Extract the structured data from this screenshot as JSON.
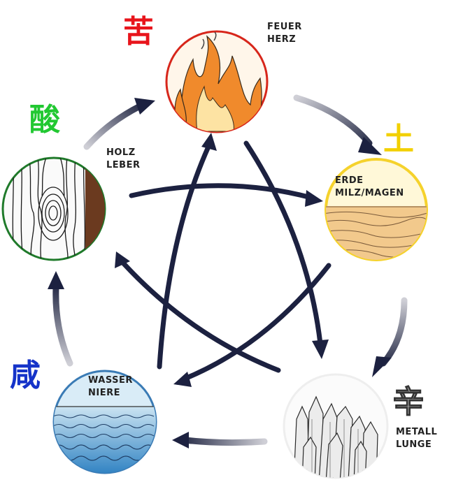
{
  "elements": {
    "fire": {
      "line1": "FEUER",
      "line2": "HERZ",
      "taste_char": "苦",
      "taste_color": "#e8141b",
      "ring_color": "#d7261b",
      "fill": "#fff6ea"
    },
    "earth": {
      "line1": "ERDE",
      "line2": "MILZ/MAGEN",
      "taste_char": "土",
      "taste_color": "#f2d000",
      "ring_color": "#f5d22c",
      "fill": "#fff8d8"
    },
    "metal": {
      "line1": "METALL",
      "line2": "LUNGE",
      "taste_char": "辛",
      "taste_color": "#ffffff",
      "ring_color": "#eeeeee",
      "fill": "#fbfbfb"
    },
    "water": {
      "line1": "WASSER",
      "line2": "NIERE",
      "taste_char": "咸",
      "taste_color": "#1533c9",
      "ring_color": "#3a7bb5",
      "fill": "#d9ecf7"
    },
    "wood": {
      "line1": "HOLZ",
      "line2": "LEBER",
      "taste_char": "酸",
      "taste_color": "#22c832",
      "ring_color": "#1f7a2a",
      "fill": "#fafafa"
    }
  },
  "colors": {
    "arrow": "#1c2140",
    "cycle_arrow_start": "#cfcfd6",
    "cycle_arrow_end": "#2a2f4a",
    "flame_outer": "#f08a2c",
    "flame_inner": "#fde3a3",
    "wood_bark": "#6b3a1f",
    "sand": "#f2c98c",
    "water_top": "#cbe4f2",
    "water_bottom": "#2b7fc1"
  },
  "icons": [
    "fire-flame-icon",
    "wood-grain-icon",
    "earth-sand-icon",
    "metal-crystal-icon",
    "water-wave-icon"
  ]
}
